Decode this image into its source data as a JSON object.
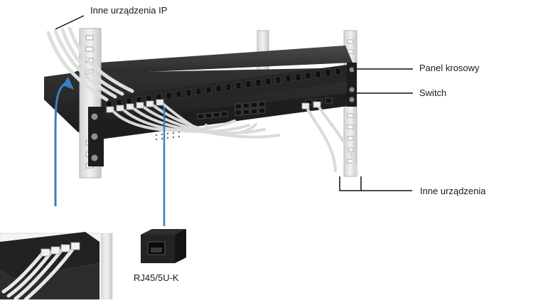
{
  "labels": {
    "ip_devices": "Inne urządzenia IP",
    "patch_panel": "Panel krosowy",
    "switch": "Switch",
    "other_devices": "Inne urządzenia",
    "keystone_module": "RJ45/5U-K"
  },
  "colors": {
    "rack_rail": "#e6e6e6",
    "device_body": "#2b2b2b",
    "cable": "#d9dcd9",
    "pointer_blue": "#3a7fc1",
    "callout_line": "#111111"
  },
  "icons": {
    "rack": "rack-diagram",
    "module": "rj45-keystone-icon"
  }
}
